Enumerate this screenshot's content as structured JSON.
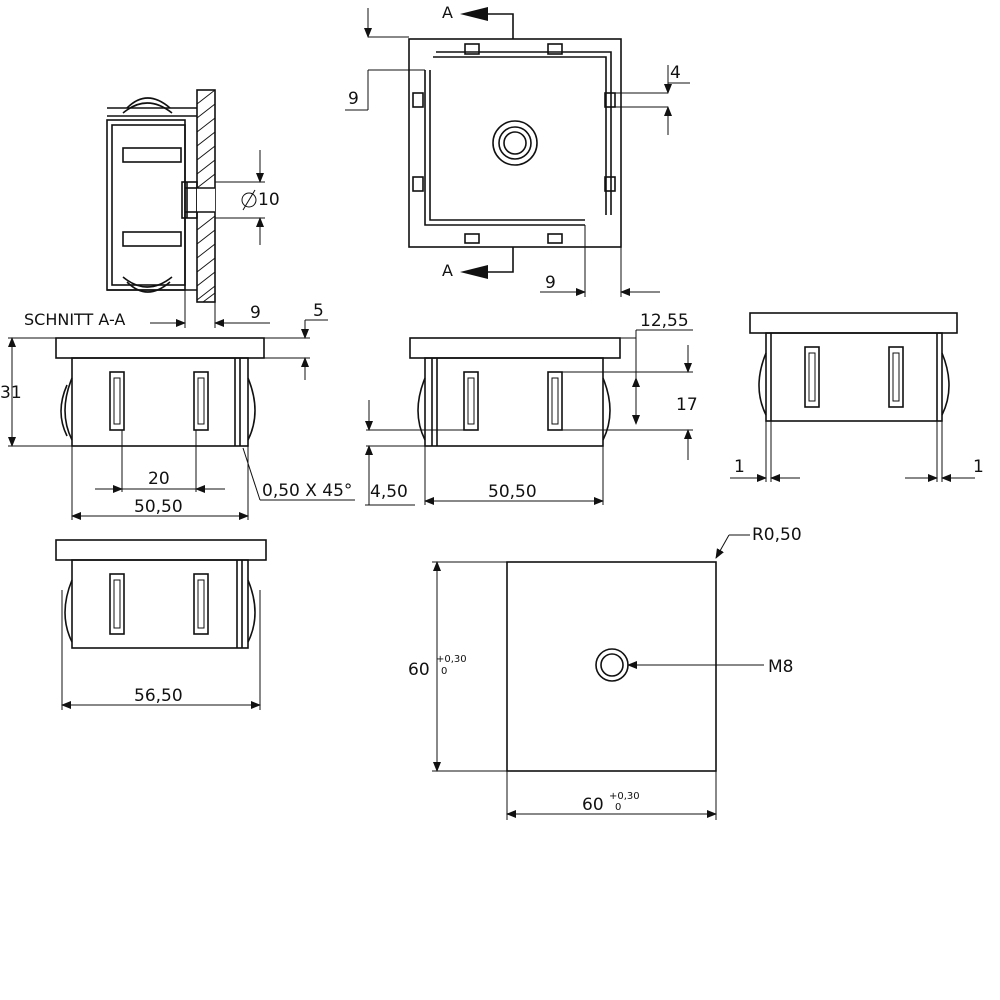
{
  "section_marks": {
    "top": "A",
    "bottom": "A"
  },
  "section_title": "SCHNITT A-A",
  "dimensions": {
    "d_4": "4",
    "d_9_left": "9",
    "d_9_bottom": "9",
    "d_10": "10",
    "d_9_section": "9",
    "d_5": "5",
    "d_12_55": "12,55",
    "d_31": "31",
    "d_17": "17",
    "d_20": "20",
    "d_50_50_a": "50,50",
    "d_chamfer": "0,50 X 45°",
    "d_4_50": "4,50",
    "d_50_50_b": "50,50",
    "d_1_left": "1",
    "d_1_right": "1",
    "d_56_50": "56,50",
    "d_r0_50": "R0,50",
    "d_m8": "M8",
    "d_60_v": "60",
    "d_60_h": "60",
    "tol_upper": "+0,30",
    "tol_lower": "0"
  }
}
